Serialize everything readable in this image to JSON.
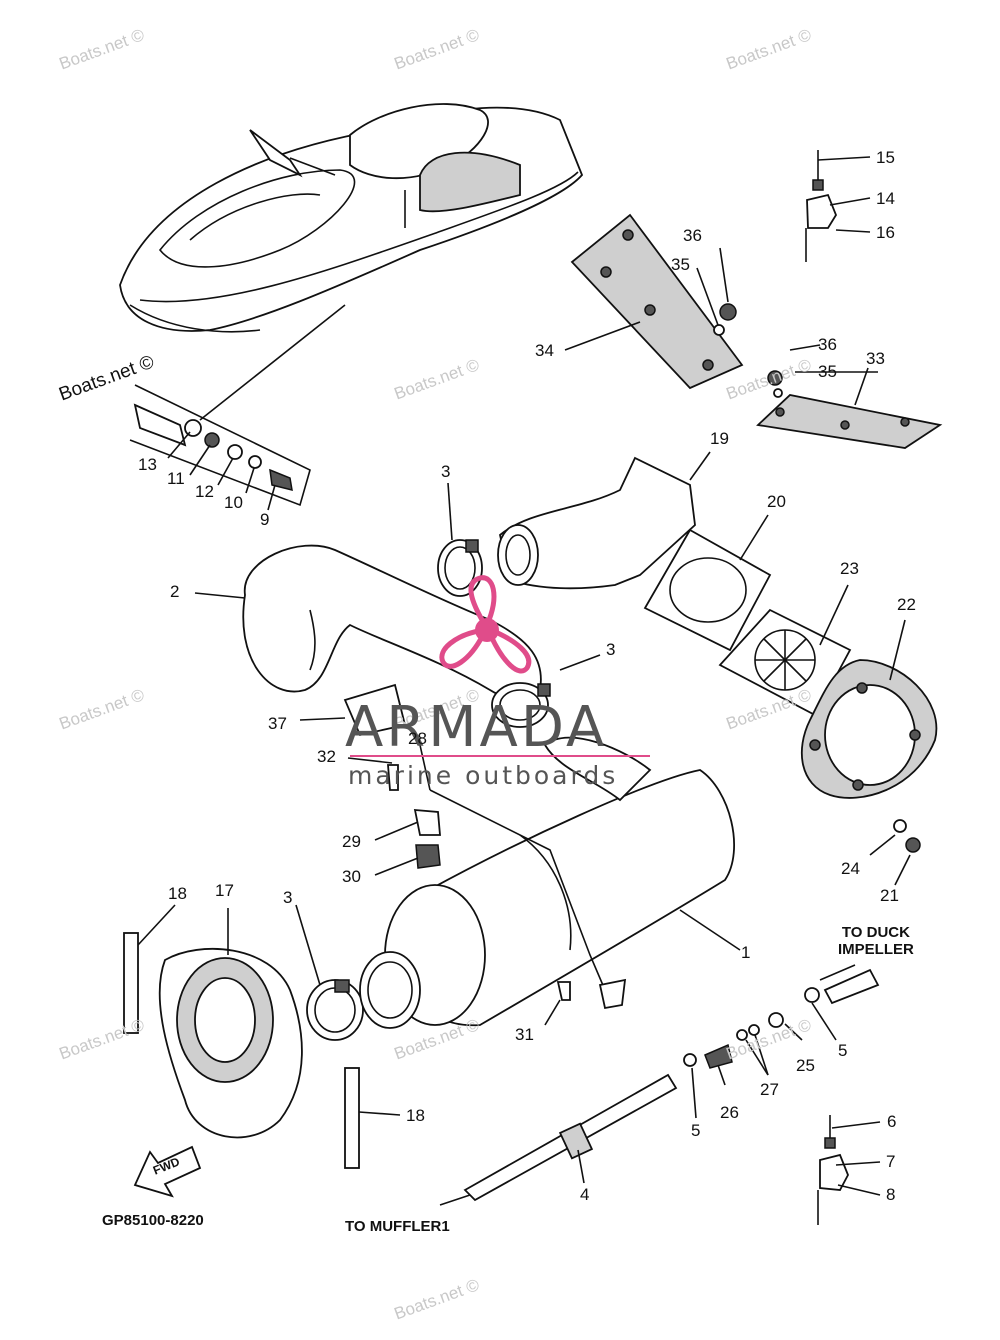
{
  "watermarks": [
    "Boats.net ©",
    "Boats.net ©",
    "Boats.net ©",
    "Boats.net ©",
    "Boats.net ©",
    "Boats.net ©",
    "Boats.net ©",
    "Boats.net ©",
    "Boats.net ©",
    "Boats.net ©",
    "Boats.net ©",
    "Boats.net ©",
    "Boats.net ©"
  ],
  "brand": {
    "name": "ARMADA",
    "tagline": "marine outboards",
    "accent": "#e04c8a",
    "text_color": "#555555"
  },
  "callouts": [
    "1",
    "2",
    "3",
    "3",
    "3",
    "4",
    "5",
    "5",
    "6",
    "7",
    "8",
    "9",
    "10",
    "11",
    "12",
    "13",
    "14",
    "15",
    "16",
    "17",
    "18",
    "18",
    "19",
    "20",
    "21",
    "22",
    "23",
    "24",
    "25",
    "26",
    "27",
    "28",
    "29",
    "30",
    "31",
    "32",
    "33",
    "34",
    "35",
    "35",
    "36",
    "36",
    "37"
  ],
  "notes": {
    "duck_impeller": [
      "TO DUCK",
      "IMPELLER"
    ],
    "muffler": "TO MUFFLER1",
    "fwd": "FWD",
    "diagram_code": "GP85100-8220"
  },
  "colors": {
    "line": "#111111",
    "watermark": "#c8c8c8"
  }
}
